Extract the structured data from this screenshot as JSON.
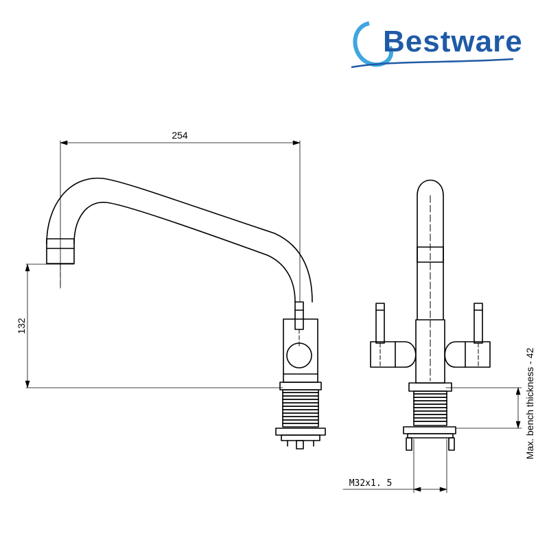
{
  "brand": {
    "name": "Bestware",
    "colors": {
      "primary": "#1f5aa6",
      "accent": "#3ea6e0"
    }
  },
  "drawing": {
    "dimensions": {
      "spout_reach": "254",
      "spout_height": "132",
      "thread_size": "M32x1. 5",
      "bench_note": "Max. bench thickness - 42"
    },
    "line_color": "#000000"
  }
}
